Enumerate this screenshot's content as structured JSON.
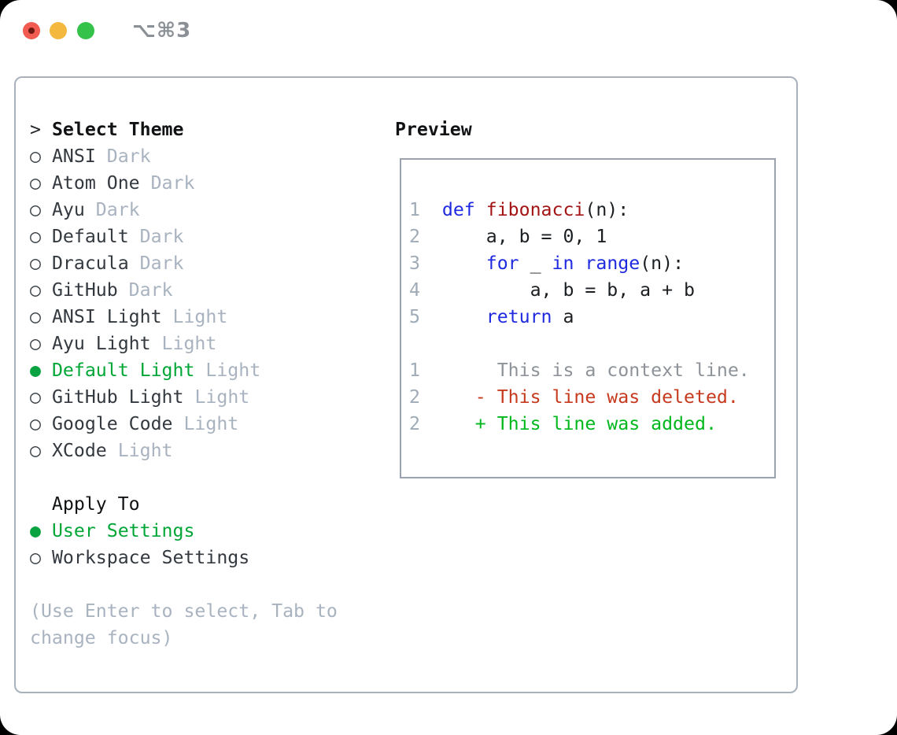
{
  "window": {
    "title": "⌥⌘3",
    "traffic_lights": [
      {
        "name": "close",
        "color": "#f15b51"
      },
      {
        "name": "minimize",
        "color": "#f4b83e"
      },
      {
        "name": "zoom",
        "color": "#35c24a"
      }
    ]
  },
  "markers": {
    "header_caret": ">",
    "unselected": "○",
    "selected": "●"
  },
  "theme_list": {
    "header_label": "Select Theme",
    "items": [
      {
        "name": "ANSI",
        "tag": "Dark",
        "selected": false
      },
      {
        "name": "Atom One",
        "tag": "Dark",
        "selected": false
      },
      {
        "name": "Ayu",
        "tag": "Dark",
        "selected": false
      },
      {
        "name": "Default",
        "tag": "Dark",
        "selected": false
      },
      {
        "name": "Dracula",
        "tag": "Dark",
        "selected": false
      },
      {
        "name": "GitHub",
        "tag": "Dark",
        "selected": false
      },
      {
        "name": "ANSI Light",
        "tag": "Light",
        "selected": false
      },
      {
        "name": "Ayu Light",
        "tag": "Light",
        "selected": false
      },
      {
        "name": "Default Light",
        "tag": "Light",
        "selected": true
      },
      {
        "name": "GitHub Light",
        "tag": "Light",
        "selected": false
      },
      {
        "name": "Google Code",
        "tag": "Light",
        "selected": false
      },
      {
        "name": "XCode",
        "tag": "Light",
        "selected": false
      }
    ]
  },
  "apply_to": {
    "label": "Apply To",
    "options": [
      {
        "name": "User Settings",
        "selected": true
      },
      {
        "name": "Workspace Settings",
        "selected": false
      }
    ]
  },
  "help": {
    "lines": [
      "(Use Enter to select, Tab to",
      "change focus)"
    ]
  },
  "preview": {
    "label": "Preview",
    "lines": [
      [
        [
          "ln",
          "1"
        ],
        [
          "tx",
          "  "
        ],
        [
          "kw",
          "def"
        ],
        [
          "tx",
          " "
        ],
        [
          "fn",
          "fibonacci"
        ],
        [
          "tx",
          "(n):"
        ]
      ],
      [
        [
          "ln",
          "2"
        ],
        [
          "tx",
          "      a, b = 0, 1"
        ]
      ],
      [
        [
          "ln",
          "3"
        ],
        [
          "tx",
          "      "
        ],
        [
          "kw",
          "for"
        ],
        [
          "tx",
          " _ "
        ],
        [
          "kw",
          "in"
        ],
        [
          "tx",
          " "
        ],
        [
          "kw",
          "range"
        ],
        [
          "tx",
          "(n):"
        ]
      ],
      [
        [
          "ln",
          "4"
        ],
        [
          "tx",
          "          a, b = b, a + b"
        ]
      ],
      [
        [
          "ln",
          "5"
        ],
        [
          "tx",
          "      "
        ],
        [
          "kw",
          "return"
        ],
        [
          "tx",
          " a"
        ]
      ],
      [],
      [
        [
          "ln",
          "1"
        ],
        [
          "ctx",
          "       This is a context line."
        ]
      ],
      [
        [
          "ln",
          "2"
        ],
        [
          "tx",
          "     "
        ],
        [
          "del",
          "- This line was deleted."
        ]
      ],
      [
        [
          "ln",
          "2"
        ],
        [
          "tx",
          "     "
        ],
        [
          "add",
          "+ This line was added."
        ]
      ]
    ]
  },
  "colors": {
    "selected_green": "#00a636",
    "added_green": "#00b81d",
    "deleted_red": "#c63a1e",
    "keyword_blue": "#1f2ae0",
    "function_dark_red": "#a31515",
    "muted_gray": "#a9b3c0",
    "line_number_gray": "#9fabb6",
    "panel_border": "#a9b1ba",
    "preview_border": "#9aa3ad"
  }
}
